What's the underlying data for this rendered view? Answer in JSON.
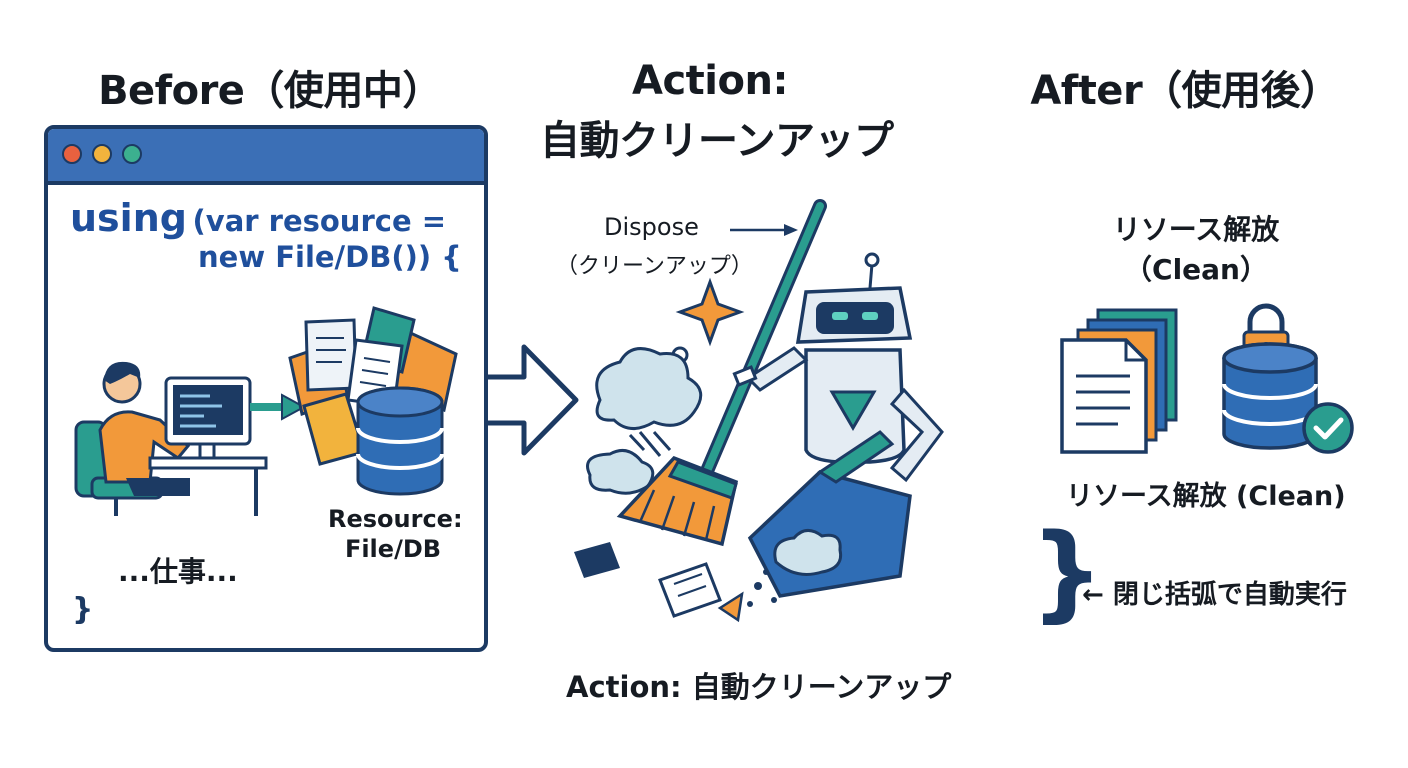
{
  "headings": {
    "before": "Before（使用中）",
    "action_line1": "Action:",
    "action_line2": "自動クリーンアップ",
    "after": "After（使用後）"
  },
  "before_panel": {
    "code_keyword": "using",
    "code_rest_line1": "(var resource =",
    "code_line2": "new File/DB()) {",
    "work_text": "...仕事...",
    "close_brace": "}",
    "resource_label_line1": "Resource:",
    "resource_label_line2": "File/DB"
  },
  "action_panel": {
    "dispose_label": "Dispose",
    "dispose_sub": "（クリーンアップ）",
    "caption": "Action: 自動クリーンアップ"
  },
  "after_panel": {
    "release_title_line1": "リソース解放",
    "release_title_line2": "（Clean）",
    "release_caption": "リソース解放 (Clean)",
    "brace_symbol": "}",
    "brace_note": "← 閉じ括弧で自動実行"
  },
  "colors": {
    "navy": "#1c3a63",
    "blue": "#2f6db5",
    "teal": "#2a9d8f",
    "orange": "#f2993a",
    "window_bar": "#3b6fb6"
  }
}
